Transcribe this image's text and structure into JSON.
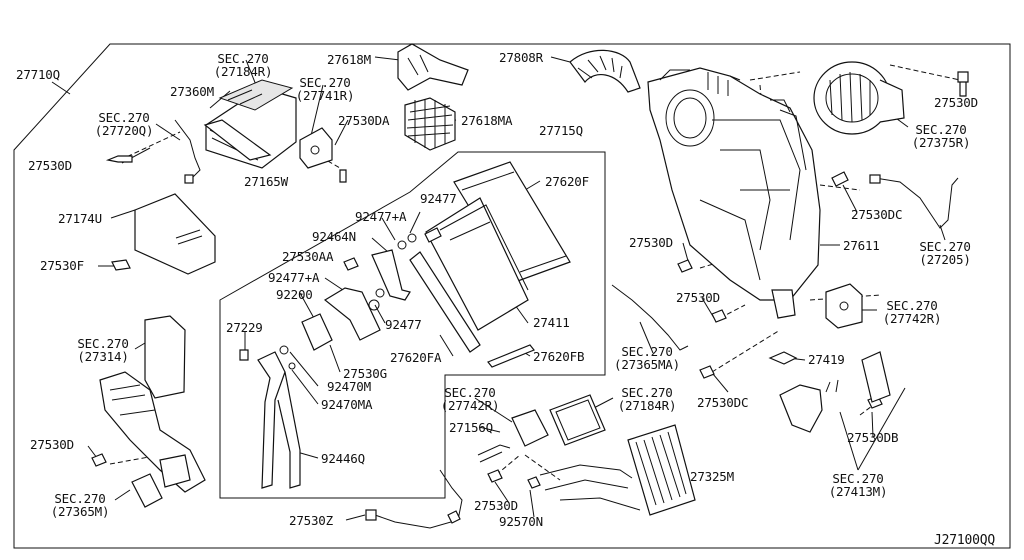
{
  "diagram_code": "J27100QQ",
  "labels": {
    "l_27710Q": "27710Q",
    "l_sec270_27184r_top": "SEC.270\n(27184R)",
    "l_27360M": "27360M",
    "l_sec270_27741r": "SEC.270\n(27741R)",
    "l_sec270_27720q": "SEC.270\n(27720Q)",
    "l_27530DA": "27530DA",
    "l_27530D_1": "27530D",
    "l_27165W": "27165W",
    "l_27618M": "27618M",
    "l_27618MA": "27618MA",
    "l_27808R": "27808R",
    "l_27530D_tr": "27530D",
    "l_sec270_27375r": "SEC.270\n(27375R)",
    "l_27715Q": "27715Q",
    "l_27620F": "27620F",
    "l_92477": "92477",
    "l_92477A_1": "92477+A",
    "l_92464N": "92464N",
    "l_27530AA": "27530AA",
    "l_92477A_2": "92477+A",
    "l_92200": "92200",
    "l_92477_2": "92477",
    "l_27411": "27411",
    "l_27620FA": "27620FA",
    "l_27620FB": "27620FB",
    "l_27229": "27229",
    "l_27530G": "27530G",
    "l_92470M": "92470M",
    "l_92470MA": "92470MA",
    "l_92446Q": "92446Q",
    "l_27174U": "27174U",
    "l_27530F": "27530F",
    "l_sec270_27314": "SEC.270\n(27314)",
    "l_27530D_left": "27530D",
    "l_sec270_27365m": "SEC.270\n(27365M)",
    "l_27530DC_1": "27530DC",
    "l_27611": "27611",
    "l_sec270_27205": "SEC.270\n(27205)",
    "l_27530D_mid": "27530D",
    "l_27530D_mid2": "27530D",
    "l_sec270_27742r_r": "SEC.270\n(27742R)",
    "l_sec270_27365ma": "SEC.270\n(27365MA)",
    "l_27419": "27419",
    "l_27530DC_2": "27530DC",
    "l_27530DB": "27530DB",
    "l_sec270_27413m": "SEC.270\n(27413M)",
    "l_sec270_27742r_b": "SEC.270\n(27742R)",
    "l_sec270_27184r_b": "SEC.270\n(27184R)",
    "l_27156Q": "27156Q",
    "l_27325M": "27325M",
    "l_27530D_bot": "27530D",
    "l_92570N": "92570N",
    "l_27530Z": "27530Z"
  }
}
